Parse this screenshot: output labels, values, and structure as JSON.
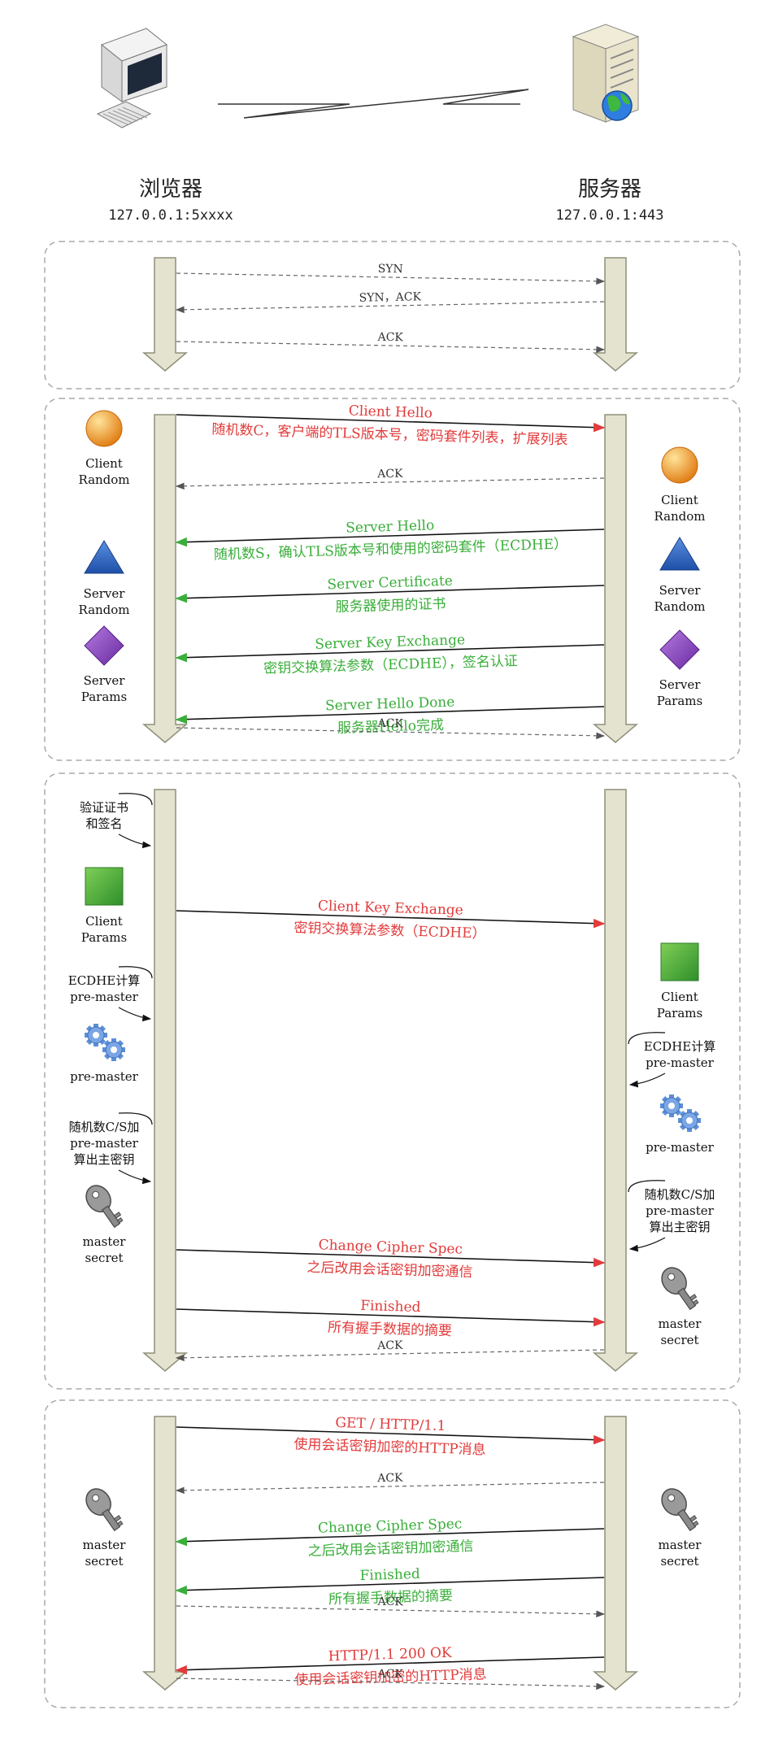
{
  "header": {
    "client": {
      "name": "浏览器",
      "address": "127.0.0.1:5xxxx"
    },
    "server": {
      "name": "服务器",
      "address": "127.0.0.1:443"
    }
  },
  "colors": {
    "red": "#e23b3b",
    "green": "#3aae3a",
    "black": "#111111",
    "dashed": "#666666",
    "lifeline_fill": "#e3e3cf",
    "lifeline_stroke": "#8f8f7a"
  },
  "icon_names": [
    "desktop-computer-icon",
    "server-globe-icon",
    "lightning-link-icon",
    "orange-circle-icon",
    "blue-triangle-icon",
    "purple-diamond-icon",
    "green-square-icon",
    "gears-icon",
    "key-icon"
  ],
  "sections": [
    {
      "id": "tcp",
      "messages": [
        {
          "dir": "c2s",
          "dashed": true,
          "label": "SYN",
          "color": "black"
        },
        {
          "dir": "s2c",
          "dashed": true,
          "label": "SYN，ACK",
          "color": "black"
        },
        {
          "dir": "c2s",
          "dashed": true,
          "label": "ACK",
          "color": "black"
        }
      ]
    },
    {
      "id": "tls-hello",
      "messages": [
        {
          "dir": "c2s",
          "dashed": false,
          "label": "Client Hello",
          "sub": "随机数C，客户端的TLS版本号，密码套件列表，扩展列表",
          "color": "red"
        },
        {
          "dir": "s2c",
          "dashed": true,
          "label": "ACK",
          "color": "black"
        },
        {
          "dir": "s2c",
          "dashed": false,
          "label": "Server Hello",
          "sub": "随机数S，确认TLS版本号和使用的密码套件（ECDHE）",
          "color": "green"
        },
        {
          "dir": "s2c",
          "dashed": false,
          "label": "Server Certificate",
          "sub": "服务器使用的证书",
          "color": "green"
        },
        {
          "dir": "s2c",
          "dashed": false,
          "label": "Server Key Exchange",
          "sub": "密钥交换算法参数（ECDHE），签名认证",
          "color": "green"
        },
        {
          "dir": "s2c",
          "dashed": false,
          "label": "Server Hello Done",
          "sub": "服务器Hello完成",
          "color": "green"
        },
        {
          "dir": "c2s",
          "dashed": true,
          "label": "ACK",
          "color": "black"
        }
      ],
      "left_items": [
        {
          "icon": "orange-circle-icon",
          "label": "Client\nRandom"
        },
        {
          "icon": "blue-triangle-icon",
          "label": "Server\nRandom"
        },
        {
          "icon": "purple-diamond-icon",
          "label": "Server\nParams"
        }
      ],
      "right_items": [
        {
          "icon": "orange-circle-icon",
          "label": "Client\nRandom"
        },
        {
          "icon": "blue-triangle-icon",
          "label": "Server\nRandom"
        },
        {
          "icon": "purple-diamond-icon",
          "label": "Server\nParams"
        }
      ]
    },
    {
      "id": "key-exchange",
      "messages": [
        {
          "dir": "c2s",
          "dashed": false,
          "label": "Client Key Exchange",
          "sub": "密钥交换算法参数（ECDHE）",
          "color": "red"
        },
        {
          "dir": "c2s",
          "dashed": false,
          "label": "Change Cipher Spec",
          "sub": "之后改用会话密钥加密通信",
          "color": "red"
        },
        {
          "dir": "c2s",
          "dashed": false,
          "label": "Finished",
          "sub": "所有握手数据的摘要",
          "color": "red"
        },
        {
          "dir": "s2c",
          "dashed": true,
          "label": "ACK",
          "color": "black"
        }
      ],
      "left_items": [
        {
          "icon": "",
          "label": "验证证书\n和签名"
        },
        {
          "icon": "green-square-icon",
          "label": "Client\nParams"
        },
        {
          "icon": "",
          "label": "ECDHE计算\npre-master"
        },
        {
          "icon": "gears-icon",
          "label": "pre-master"
        },
        {
          "icon": "",
          "label": "随机数C/S加\npre-master\n算出主密钥"
        },
        {
          "icon": "key-icon",
          "label": "master\nsecret"
        }
      ],
      "right_items": [
        {
          "icon": "green-square-icon",
          "label": "Client\nParams"
        },
        {
          "icon": "",
          "label": "ECDHE计算\npre-master"
        },
        {
          "icon": "gears-icon",
          "label": "pre-master"
        },
        {
          "icon": "",
          "label": "随机数C/S加\npre-master\n算出主密钥"
        },
        {
          "icon": "key-icon",
          "label": "master\nsecret"
        }
      ]
    },
    {
      "id": "app-data",
      "messages": [
        {
          "dir": "c2s",
          "dashed": false,
          "label": "GET / HTTP/1.1",
          "sub": "使用会话密钥加密的HTTP消息",
          "color": "red"
        },
        {
          "dir": "s2c",
          "dashed": true,
          "label": "ACK",
          "color": "black"
        },
        {
          "dir": "s2c",
          "dashed": false,
          "label": "Change Cipher Spec",
          "sub": "之后改用会话密钥加密通信",
          "color": "green"
        },
        {
          "dir": "s2c",
          "dashed": false,
          "label": "Finished",
          "sub": "所有握手数据的摘要",
          "color": "green"
        },
        {
          "dir": "c2s",
          "dashed": true,
          "label": "ACK",
          "color": "black"
        },
        {
          "dir": "s2c",
          "dashed": false,
          "label": "HTTP/1.1 200 OK",
          "sub": "使用会话密钥加密的HTTP消息",
          "color": "red"
        },
        {
          "dir": "c2s",
          "dashed": true,
          "label": "ACK",
          "color": "black"
        }
      ],
      "left_items": [
        {
          "icon": "key-icon",
          "label": "master\nsecret"
        }
      ],
      "right_items": [
        {
          "icon": "key-icon",
          "label": "master\nsecret"
        }
      ]
    }
  ]
}
